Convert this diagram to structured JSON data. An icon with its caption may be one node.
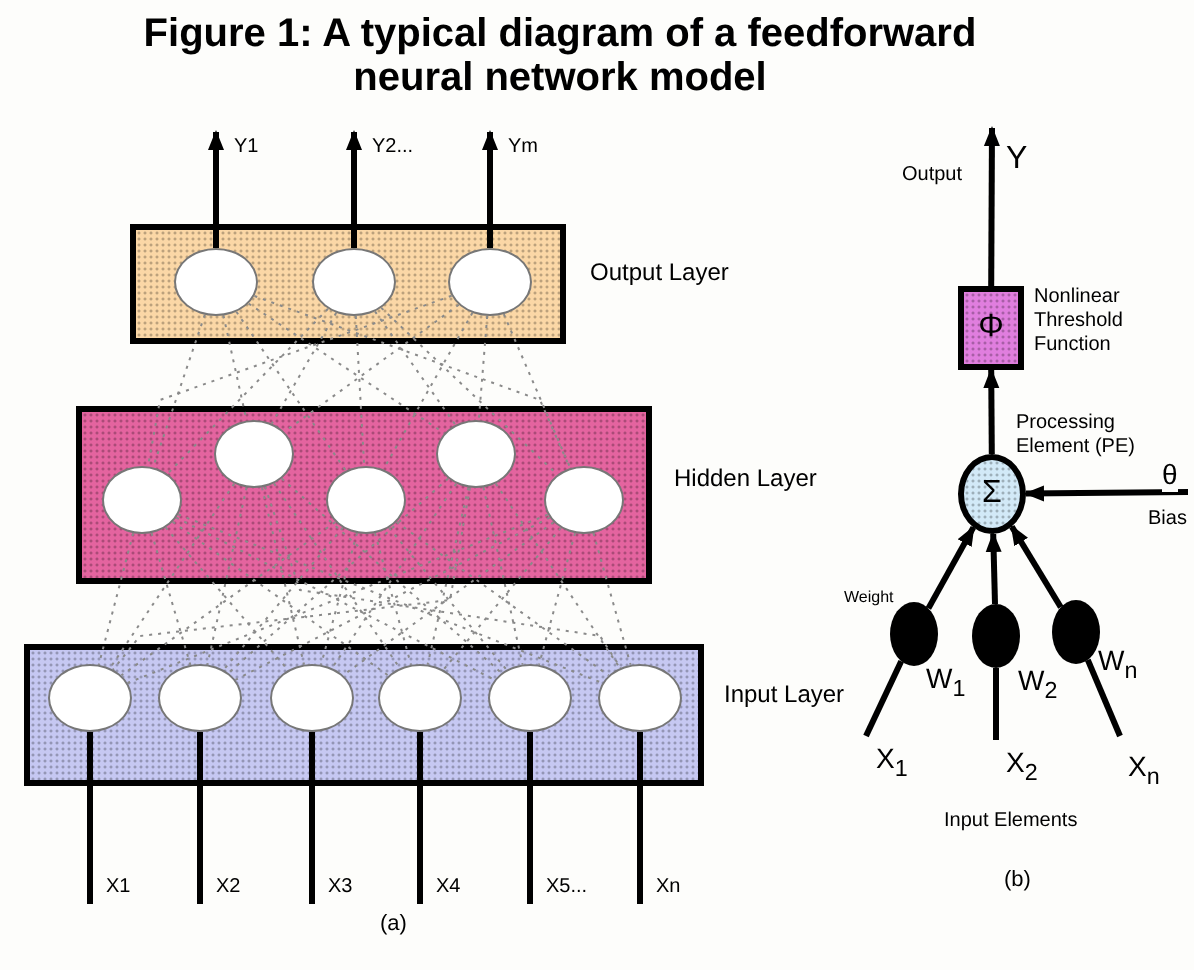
{
  "diagram": {
    "title": "Figure 1: A typical diagram of a feedforward neural network model",
    "nodes": [
      {
        "text": [],
        "shape": "box",
        "beside": [
          "Output Layer"
        ]
      },
      {
        "text": [],
        "shape": "circle",
        "in": 0
      },
      {
        "text": [],
        "shape": "circle",
        "in": 0
      },
      {
        "text": [],
        "shape": "circle",
        "in": 0
      },
      {
        "text": [],
        "shape": "box",
        "beside": [
          "Hidden Layer"
        ]
      },
      {
        "text": [],
        "shape": "circle",
        "in": 4
      },
      {
        "text": [],
        "shape": "circle",
        "in": 4
      },
      {
        "text": [],
        "shape": "circle",
        "in": 4
      },
      {
        "text": [],
        "shape": "circle",
        "in": 4
      },
      {
        "text": [],
        "shape": "circle",
        "in": 4
      },
      {
        "text": [],
        "shape": "box",
        "beside": [
          "Input Layer"
        ]
      },
      {
        "text": [],
        "shape": "circle",
        "in": 10
      },
      {
        "text": [],
        "shape": "circle",
        "in": 10
      },
      {
        "text": [],
        "shape": "circle",
        "in": 10
      },
      {
        "text": [],
        "shape": "circle",
        "in": 10
      },
      {
        "text": [],
        "shape": "circle",
        "in": 10
      },
      {
        "text": [],
        "shape": "circle",
        "in": 10
      },
      {
        "text": [
          "Φ"
        ],
        "beside": [
          "Nonlinear Threshold Function"
        ]
      },
      {
        "text": [
          "Σ"
        ],
        "beside": [
          "Processing Element (PE)"
        ]
      },
      {
        "text": [],
        "shape": "circle",
        "beside": [
          "Weight",
          "W$_{1}$"
        ]
      },
      {
        "text": [],
        "shape": "circle",
        "beside": [
          "W$_{2}$"
        ]
      },
      {
        "text": [],
        "shape": "circle",
        "beside": [
          "W$_{n}$"
        ]
      }
    ],
    "edges": [
      {
        "from": 1,
        "to": null,
        "arrow": "to",
        "label": "Y1",
        "style": "thick",
        "color": "#000000"
      },
      {
        "from": 2,
        "to": null,
        "arrow": "to",
        "label": "Y2...",
        "style": "thick",
        "color": "#000000"
      },
      {
        "from": 3,
        "to": null,
        "arrow": "to",
        "label": "Ym",
        "style": "thick",
        "color": "#000000"
      },
      {
        "from": 1,
        "to": 5,
        "arrow": "none",
        "style": "dashed"
      },
      {
        "from": 1,
        "to": 6,
        "arrow": "none",
        "style": "dashed"
      },
      {
        "from": 1,
        "to": 7,
        "arrow": "none",
        "style": "dashed"
      },
      {
        "from": 1,
        "to": 8,
        "arrow": "none",
        "style": "dashed"
      },
      {
        "from": 1,
        "to": 9,
        "arrow": "none",
        "style": "dashed"
      },
      {
        "from": 2,
        "to": 5,
        "arrow": "none",
        "style": "dashed"
      },
      {
        "from": 2,
        "to": 6,
        "arrow": "none",
        "style": "dashed"
      },
      {
        "from": 2,
        "to": 7,
        "arrow": "none",
        "style": "dashed"
      },
      {
        "from": 2,
        "to": 8,
        "arrow": "none",
        "style": "dashed"
      },
      {
        "from": 2,
        "to": 9,
        "arrow": "none",
        "style": "dashed"
      },
      {
        "from": 3,
        "to": 5,
        "arrow": "none",
        "style": "dashed"
      },
      {
        "from": 3,
        "to": 6,
        "arrow": "none",
        "style": "dashed"
      },
      {
        "from": 3,
        "to": 7,
        "arrow": "none",
        "style": "dashed"
      },
      {
        "from": 3,
        "to": 8,
        "arrow": "none",
        "style": "dashed"
      },
      {
        "from": 3,
        "to": 9,
        "arrow": "none",
        "style": "dashed"
      },
      {
        "from": 5,
        "to": 11,
        "arrow": "none",
        "style": "dashed"
      },
      {
        "from": 5,
        "to": 12,
        "arrow": "none",
        "style": "dashed"
      },
      {
        "from": 5,
        "to": 13,
        "arrow": "none",
        "style": "dashed"
      },
      {
        "from": 5,
        "to": 14,
        "arrow": "none",
        "style": "dashed"
      },
      {
        "from": 5,
        "to": 15,
        "arrow": "none",
        "style": "dashed"
      },
      {
        "from": 5,
        "to": 16,
        "arrow": "none",
        "style": "dashed"
      },
      {
        "from": 6,
        "to": 11,
        "arrow": "none",
        "style": "dashed"
      },
      {
        "from": 6,
        "to": 12,
        "arrow": "none",
        "style": "dashed"
      },
      {
        "from": 6,
        "to": 13,
        "arrow": "none",
        "style": "dashed"
      },
      {
        "from": 6,
        "to": 14,
        "arrow": "none",
        "style": "dashed"
      },
      {
        "from": 6,
        "to": 15,
        "arrow": "none",
        "style": "dashed"
      },
      {
        "from": 6,
        "to": 16,
        "arrow": "none",
        "style": "dashed"
      },
      {
        "from": 7,
        "to": 11,
        "arrow": "none",
        "style": "dashed"
      },
      {
        "from": 7,
        "to": 12,
        "arrow": "none",
        "style": "dashed"
      },
      {
        "from": 7,
        "to": 13,
        "arrow": "none",
        "style": "dashed"
      },
      {
        "from": 7,
        "to": 14,
        "arrow": "none",
        "style": "dashed"
      },
      {
        "from": 7,
        "to": 15,
        "arrow": "none",
        "style": "dashed"
      },
      {
        "from": 7,
        "to": 16,
        "arrow": "none",
        "style": "dashed"
      },
      {
        "from": 8,
        "to": 11,
        "arrow": "none",
        "style": "dashed"
      },
      {
        "from": 8,
        "to": 12,
        "arrow": "none",
        "style": "dashed"
      },
      {
        "from": 8,
        "to": 13,
        "arrow": "none",
        "style": "dashed"
      },
      {
        "from": 8,
        "to": 14,
        "arrow": "none",
        "style": "dashed"
      },
      {
        "from": 8,
        "to": 15,
        "arrow": "none",
        "style": "dashed"
      },
      {
        "from": 8,
        "to": 16,
        "arrow": "none",
        "style": "dashed"
      },
      {
        "from": 9,
        "to": 11,
        "arrow": "none",
        "style": "dashed"
      },
      {
        "from": 9,
        "to": 12,
        "arrow": "none",
        "style": "dashed"
      },
      {
        "from": 9,
        "to": 13,
        "arrow": "none",
        "style": "dashed"
      },
      {
        "from": 9,
        "to": 14,
        "arrow": "none",
        "style": "dashed"
      },
      {
        "from": 9,
        "to": 15,
        "arrow": "none",
        "style": "dashed"
      },
      {
        "from": 9,
        "to": 16,
        "arrow": "none",
        "style": "dashed"
      },
      {
        "from": null,
        "to": 11,
        "arrow": "none",
        "label": "X1",
        "style": "thick",
        "color": "#000000"
      },
      {
        "from": null,
        "to": 12,
        "arrow": "none",
        "label": "X2",
        "style": "thick",
        "color": "#000000"
      },
      {
        "from": null,
        "to": 13,
        "arrow": "none",
        "label": "X3",
        "style": "thick",
        "color": "#000000"
      },
      {
        "from": null,
        "to": 14,
        "arrow": "none",
        "label": "X4",
        "style": "thick",
        "color": "#000000"
      },
      {
        "from": null,
        "to": 15,
        "arrow": "none",
        "label": "X5...",
        "style": "thick",
        "color": "#000000"
      },
      {
        "from": null,
        "to": 16,
        "arrow": "none",
        "label": "Xn",
        "style": "thick",
        "color": "#000000"
      },
      {
        "from": 18,
        "to": 17,
        "arrow": "to",
        "style": "thick",
        "color": "#000000"
      },
      {
        "from": 17,
        "to": null,
        "arrow": "to",
        "label": "Y",
        "style": "thick",
        "color": "#000000"
      },
      {
        "from": null,
        "to": 18,
        "arrow": "to",
        "label": "θ",
        "style": "thick",
        "color": "#000000"
      },
      {
        "from": 19,
        "to": 18,
        "arrow": "to",
        "style": "thick",
        "color": "#000000"
      },
      {
        "from": 20,
        "to": 18,
        "arrow": "to",
        "style": "thick",
        "color": "#000000"
      },
      {
        "from": 21,
        "to": 18,
        "arrow": "to",
        "style": "thick",
        "color": "#000000"
      },
      {
        "from": null,
        "to": 19,
        "arrow": "none",
        "label": "X$_{1}$",
        "style": "thick",
        "color": "#000000"
      },
      {
        "from": null,
        "to": 20,
        "arrow": "none",
        "label": "X$_{2}$",
        "style": "thick",
        "color": "#000000"
      },
      {
        "from": null,
        "to": 21,
        "arrow": "none",
        "label": "X$_{n}$",
        "style": "thick",
        "color": "#000000"
      }
    ],
    "labels": [
      "Output",
      "Bias",
      "Input Elements",
      "(a)",
      "(b)"
    ]
  }
}
